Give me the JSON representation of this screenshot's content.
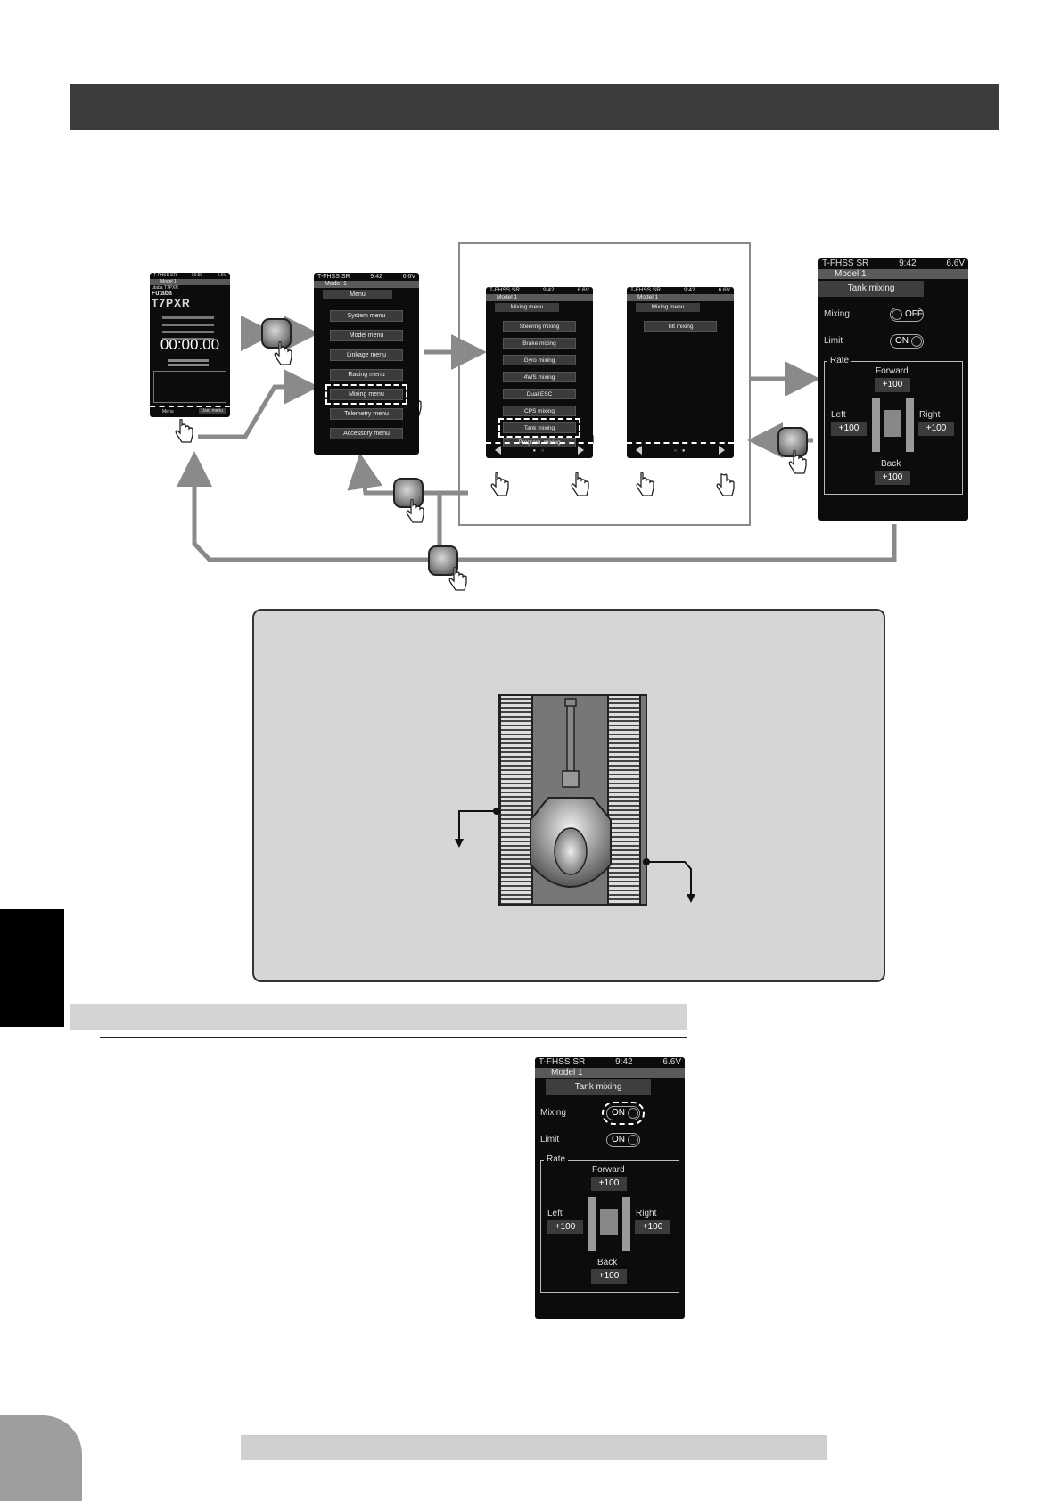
{
  "screens": {
    "home": {
      "protocol": "T-FHSS SR",
      "time": "16:59",
      "battery": "6.6V",
      "model": "Model 1",
      "brand_small": "utaba T7PXR",
      "brand": "Futaba",
      "radio": "T7PXR",
      "timer": "00:00.00",
      "left_button": "Menu",
      "right_button": "User menu"
    },
    "menu": {
      "protocol": "T-FHSS SR",
      "time": "9:42",
      "battery": "6.6V",
      "model": "Model 1",
      "title": "Menu",
      "items": [
        "System menu",
        "Model menu",
        "Linkage menu",
        "Racing menu",
        "Mixing menu",
        "Telemetry menu",
        "Accessory menu"
      ]
    },
    "mixing_p1": {
      "protocol": "T-FHSS SR",
      "time": "9:42",
      "battery": "6.6V",
      "model": "Model 1",
      "title": "Mixing menu",
      "items": [
        "Steering mixing",
        "Brake mixing",
        "Gyro mixing",
        "4WS mixing",
        "Dual ESC",
        "CPS mixing",
        "Tank mixing",
        "Program. mixing"
      ]
    },
    "mixing_p2": {
      "protocol": "T-FHSS SR",
      "time": "9:42",
      "battery": "6.6V",
      "model": "Model 1",
      "title": "Mixing menu",
      "items": [
        "Tilt mixing"
      ]
    },
    "tank_main": {
      "protocol": "T-FHSS SR",
      "time": "9:42",
      "battery": "6.6V",
      "model": "Model 1",
      "title": "Tank mixing",
      "mixing_label": "Mixing",
      "mixing_state": "OFF",
      "limit_label": "Limit",
      "limit_state": "ON",
      "rate_label": "Rate",
      "forward_label": "Forward",
      "forward_value": "+100",
      "left_label": "Left",
      "left_value": "+100",
      "right_label": "Right",
      "right_value": "+100",
      "back_label": "Back",
      "back_value": "+100"
    },
    "tank_setting": {
      "protocol": "T-FHSS SR",
      "time": "9:42",
      "battery": "6.6V",
      "model": "Model 1",
      "title": "Tank mixing",
      "mixing_label": "Mixing",
      "mixing_state": "ON",
      "limit_label": "Limit",
      "limit_state": "ON",
      "rate_label": "Rate",
      "forward_label": "Forward",
      "forward_value": "+100",
      "left_label": "Left",
      "left_value": "+100",
      "right_label": "Right",
      "right_value": "+100",
      "back_label": "Back",
      "back_value": "+100"
    }
  },
  "colors": {
    "title_bar": "#3c3c3c",
    "screen_bg": "#0c0c0c",
    "arrow": "#8a8a8a",
    "info_box": "#d6d6d6"
  }
}
